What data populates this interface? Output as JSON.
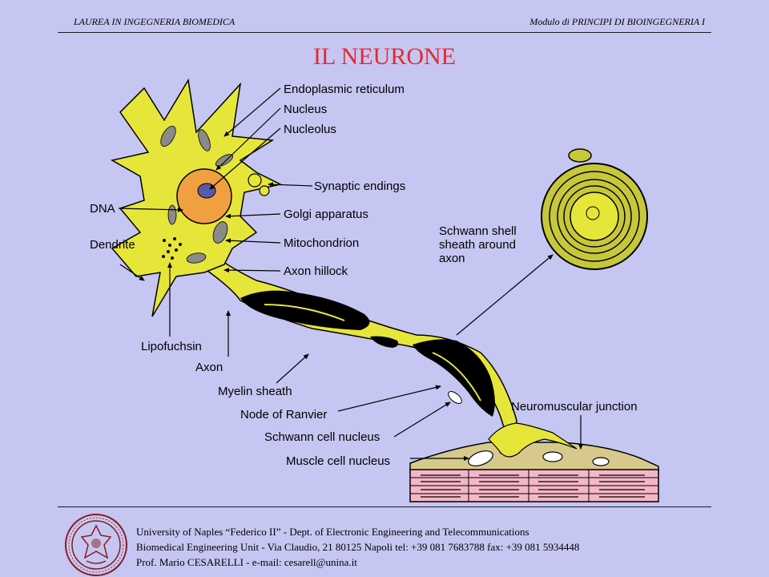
{
  "header": {
    "left": "LAUREA IN INGEGNERIA BIOMEDICA",
    "right": "Modulo di PRINCIPI DI BIOINGEGNERIA I"
  },
  "title": "IL NEURONE",
  "labels": {
    "endoplasmic_reticulum": "Endoplasmic reticulum",
    "nucleus": "Nucleus",
    "nucleolus": "Nucleolus",
    "synaptic_endings": "Synaptic endings",
    "dna": "DNA",
    "golgi": "Golgi apparatus",
    "dendrite": "Dendrite",
    "mitochondrion": "Mitochondrion",
    "axon_hillock": "Axon hillock",
    "schwann_1": "Schwann shell",
    "schwann_2": "sheath around",
    "schwann_3": "axon",
    "lipofuchsin": "Lipofuchsin",
    "axon": "Axon",
    "myelin": "Myelin sheath",
    "node_ranvier": "Node of Ranvier",
    "neuromuscular": "Neuromuscular junction",
    "schwann_nucleus": "Schwann cell nucleus",
    "muscle_nucleus": "Muscle cell nucleus"
  },
  "footer": {
    "line1": "University of Naples “Federico II” - Dept. of Electronic Engineering and Telecommunications",
    "line2": "Biomedical Engineering Unit - Via Claudio, 21  80125 Napoli  tel: +39 081 7683788   fax: +39 081 5934448",
    "line3": "Prof. Mario CESARELLI - e-mail: cesarell@unina.it"
  },
  "colors": {
    "background": "#c6c6f2",
    "title": "#e8272d",
    "cell": "#e6e63a",
    "nucleus": "#f0a040",
    "myelin": "#000000",
    "muscle": "#d7c98c",
    "muscle_fibers": "#f4b6c8",
    "seal": "#8b1a1a"
  }
}
